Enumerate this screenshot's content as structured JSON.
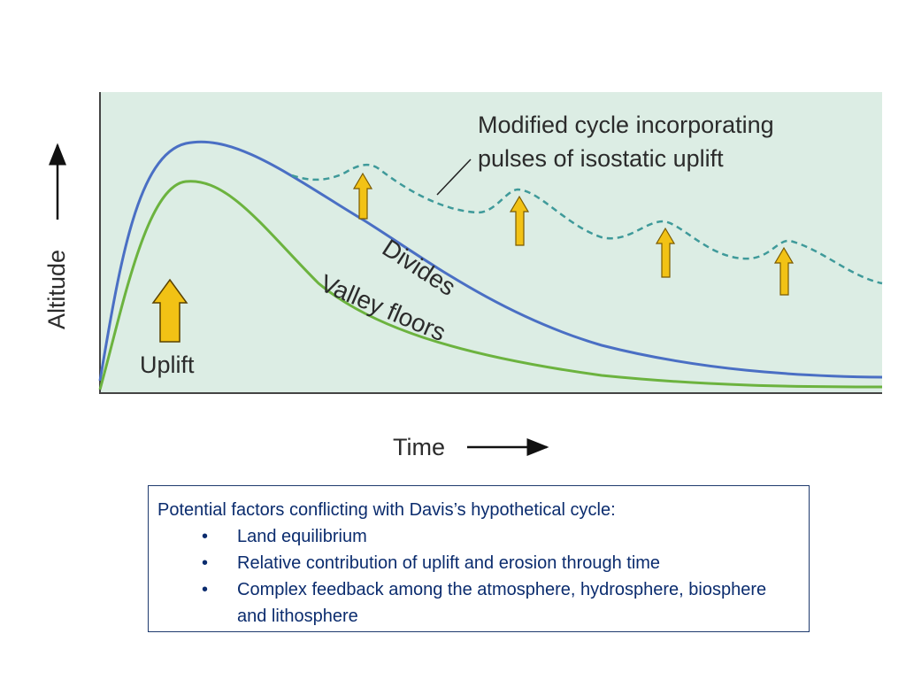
{
  "diagram": {
    "axis_y_label": "Altitude",
    "axis_x_label": "Time",
    "curve_labels": {
      "divides": "Divides",
      "valley_floors": "Valley floors",
      "modified_line1": "Modified cycle incorporating",
      "modified_line2": "pulses of isostatic uplift"
    },
    "uplift_label": "Uplift",
    "colors": {
      "panel_bg": "#dcede4",
      "divides": "#4a6fc4",
      "valley_floors": "#6cb33f",
      "modified_cycle": "#3f9a9a",
      "uplift_arrow": "#f2c215"
    }
  },
  "info": {
    "heading": "Potential factors conflicting with Davis’s hypothetical cycle:",
    "bullet_glyph": "•",
    "items": [
      "Land equilibrium",
      "Relative contribution of uplift and erosion through time",
      "Complex feedback among the atmosphere, hydrosphere, biosphere and lithosphere"
    ]
  }
}
